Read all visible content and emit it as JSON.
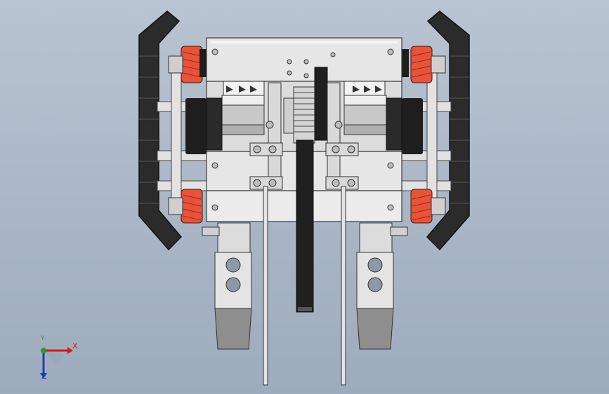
{
  "viewport": {
    "background_top": "#b9c4d2",
    "background_bottom": "#9eabbc"
  },
  "colors": {
    "plate": "#e6e6e6",
    "plate_edge": "#3a3a3a",
    "track": "#2b2b2b",
    "wheel": "#e8533a",
    "wheel_hub": "#c9c9c9",
    "strut": "#d8d8d8",
    "bracket_shadow": "#8e8e8e"
  },
  "triad": {
    "x_label": "X",
    "y_label": "Y",
    "z_label": "Z",
    "x_color": "#d31b1b",
    "y_color": "#2a9a2a",
    "z_color": "#1d3fb8"
  }
}
